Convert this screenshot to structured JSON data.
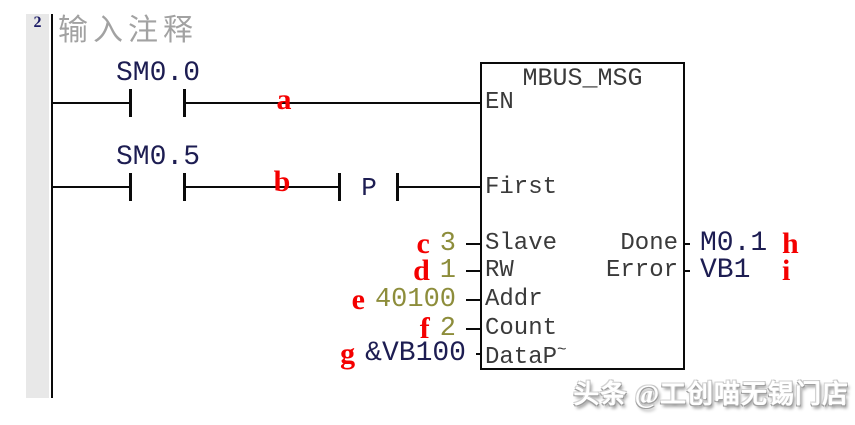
{
  "network": {
    "number": "2",
    "comment": "输入注释"
  },
  "rung1": {
    "contact": "SM0.0",
    "annotation": "a"
  },
  "rung2": {
    "contact": "SM0.5",
    "annotation": "b",
    "edge_contact": "P"
  },
  "block": {
    "title": "MBUS_MSG",
    "pins": {
      "en": "EN",
      "first": "First",
      "slave": "Slave",
      "rw": "RW",
      "addr": "Addr",
      "count": "Count",
      "datap": "DataP",
      "datap_sup": "~",
      "done": "Done",
      "error": "Error"
    },
    "values": {
      "slave": "3",
      "rw": "1",
      "addr": "40100",
      "count": "2",
      "datap": "&VB100",
      "done": "M0.1",
      "error": "VB1"
    },
    "annotations": {
      "slave": "c",
      "rw": "d",
      "addr": "e",
      "count": "f",
      "datap": "g",
      "done": "h",
      "error": "i"
    }
  },
  "watermark": "头条 @工创喵无锡门店",
  "colors": {
    "annotation_red": "#f40000",
    "value_olive": "#8d8d3b",
    "operand": "#1d1d52",
    "pin_label": "#3a3a3a",
    "comment_gray": "#a2a2a2"
  }
}
